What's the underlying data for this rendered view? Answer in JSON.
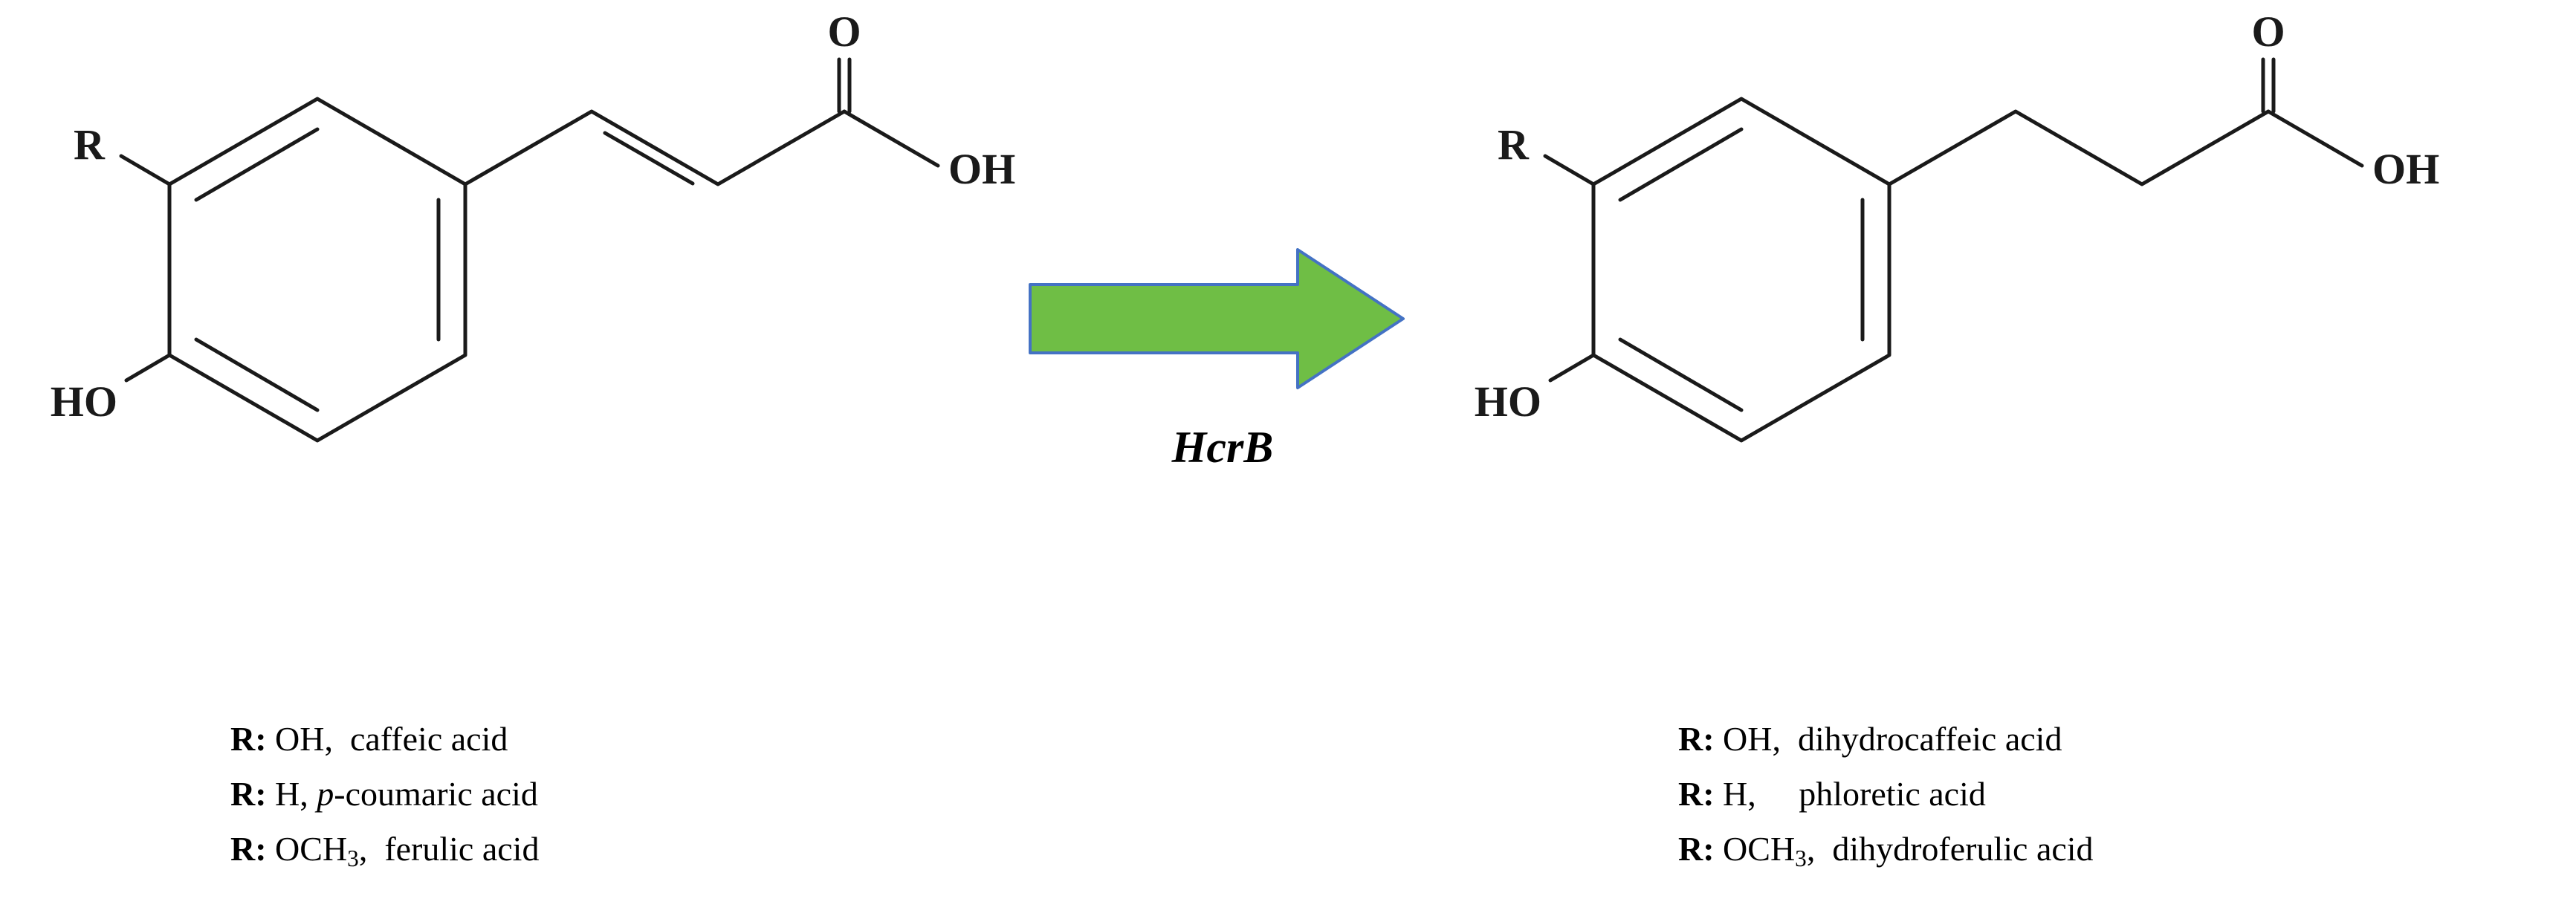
{
  "arrow": {
    "label": "HcrB",
    "fill": "#6FBE45",
    "stroke": "#4472C4"
  },
  "left_structure": {
    "r": "R",
    "ho": "HO",
    "o": "O",
    "oh": "OH"
  },
  "right_structure": {
    "r": "R",
    "ho": "HO",
    "o": "O",
    "oh": "OH"
  },
  "legend_left": {
    "line1": {
      "bold": "R:",
      "text": " OH,  caffeic acid"
    },
    "line2": {
      "bold": "R:",
      "pre": " H, ",
      "italic": "p",
      "post": "-coumaric acid"
    },
    "line3": {
      "bold": "R:",
      "pre": " OCH",
      "sub": "3",
      "post": ",  ferulic acid"
    }
  },
  "legend_right": {
    "line1": {
      "bold": "R:",
      "text": " OH,  dihydrocaffeic acid"
    },
    "line2": {
      "bold": "R:",
      "text": " H,     phloretic acid"
    },
    "line3": {
      "bold": "R:",
      "pre": " OCH",
      "sub": "3",
      "post": ",  dihydroferulic acid"
    }
  },
  "colors": {
    "bond": "#1a1a1a",
    "text": "#000000",
    "background": "#ffffff"
  }
}
